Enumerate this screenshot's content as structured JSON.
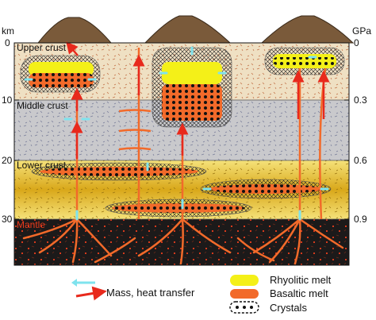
{
  "axes": {
    "left_unit": "km",
    "right_unit": "GPa",
    "left_ticks": [
      "0",
      "10",
      "20",
      "30"
    ],
    "right_ticks": [
      "0",
      "0.3",
      "0.6",
      "0.9"
    ]
  },
  "layers": {
    "upper_crust": "Upper crust",
    "middle_crust": "Middle crust",
    "lower_crust": "Lower crust",
    "mantle": "Mantle"
  },
  "legend": {
    "transfer": "Mass, heat transfer",
    "rhyolitic": "Rhyolitic melt",
    "basaltic": "Basaltic melt",
    "crystals": "Crystals"
  },
  "colors": {
    "upper_crust": "#efe0c3",
    "middle_crust": "#c9c9cc",
    "lower_crust": "#d9b12c",
    "mantle": "#1c1a1a",
    "basaltic_melt": "#f26a2a",
    "rhyolitic_melt": "#f4f018",
    "transfer_cyan": "#7fe3ee",
    "transfer_red": "#e8291c",
    "volcano": "#7a5a3a"
  }
}
